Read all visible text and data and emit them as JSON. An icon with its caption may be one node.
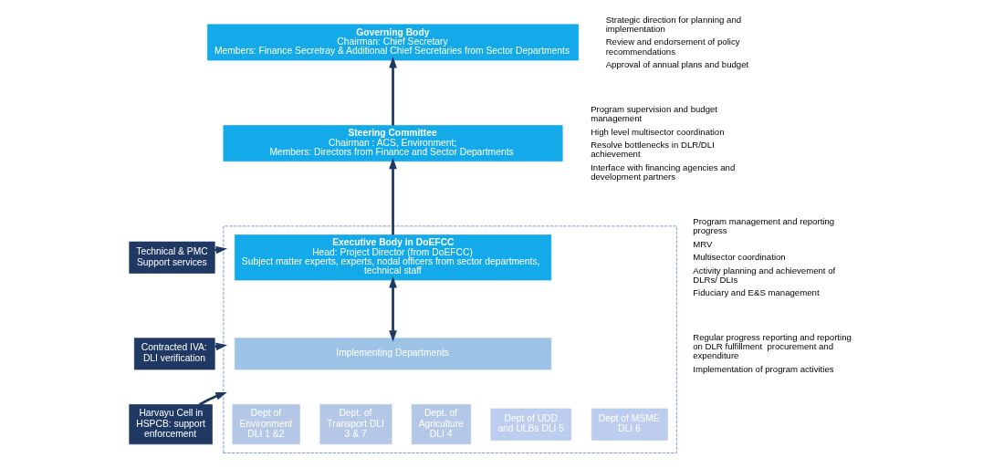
{
  "diagram": {
    "nodes": [
      {
        "text": [
          "Governing Body",
          "Chairman: Chief Secretary",
          "Members: Finance Secretray & Additional Chief Secretaries from Sector Departments"
        ],
        "beside": [
          "Strategic direction for planning and implementation",
          "Review and endorsement of policy recommendations",
          "Approval of annual plans and budget"
        ]
      },
      {
        "text": [
          "Steering Committee",
          "Chairman : ACS, Environment;",
          "Members: Directors from Finance and Sector Departments"
        ],
        "beside": [
          "Program supervision and budget management",
          "High level multisector coordination",
          "Resolve bottlenecks in DLR/DLI achievement",
          "Interface with financing agencies and development partners"
        ]
      },
      {
        "text": [],
        "shape": "box"
      },
      {
        "text": [
          "Executive Body in DoEFCC",
          "Head: Project Director (from DoEFCC)",
          "Subject matter experts, experts, nodal officers from sector departments, technical staff"
        ],
        "in": 2,
        "beside": [
          "Program management and reporting progress",
          "MRV",
          "Multisector coordination",
          "Activity planning and achievement of DLRs/ DLIs",
          "Fiduciary and E&S management"
        ]
      },
      {
        "text": [
          "Implementing Departments"
        ],
        "in": 2,
        "beside": [
          "Regular progress reporting and reporting on DLR fulfillment  procurement and expenditure",
          "Implementation of program activities"
        ]
      },
      {
        "text": [
          "Dept of Environment DLI 1 &2"
        ],
        "in": 2
      },
      {
        "text": [
          "Dept. of Transport DLI 3 & 7"
        ],
        "in": 2
      },
      {
        "text": [
          "Dept. of Agriculture DLI 4"
        ],
        "in": 2
      },
      {
        "text": [
          "Dept of UDD and ULBs DLI 5"
        ],
        "in": 2
      },
      {
        "text": [
          "Dept of MSME DLI 6"
        ],
        "in": 2
      },
      {
        "text": [
          "Technical & PMC Support services"
        ]
      },
      {
        "text": [
          "Contracted IVA: DLI verification"
        ]
      },
      {
        "text": [
          "Harvayu Cell in HSPCB: support enforcement"
        ]
      }
    ],
    "edges": [
      {
        "from": 1,
        "to": 0,
        "arrow": "to"
      },
      {
        "from": 3,
        "to": 1,
        "arrow": "to"
      },
      {
        "from": 3,
        "to": 4,
        "arrow": "both"
      },
      {
        "from": 10,
        "to": 2,
        "arrow": "to"
      },
      {
        "from": 11,
        "to": 2,
        "arrow": "to"
      },
      {
        "from": 12,
        "to": 2,
        "arrow": "to"
      }
    ]
  }
}
